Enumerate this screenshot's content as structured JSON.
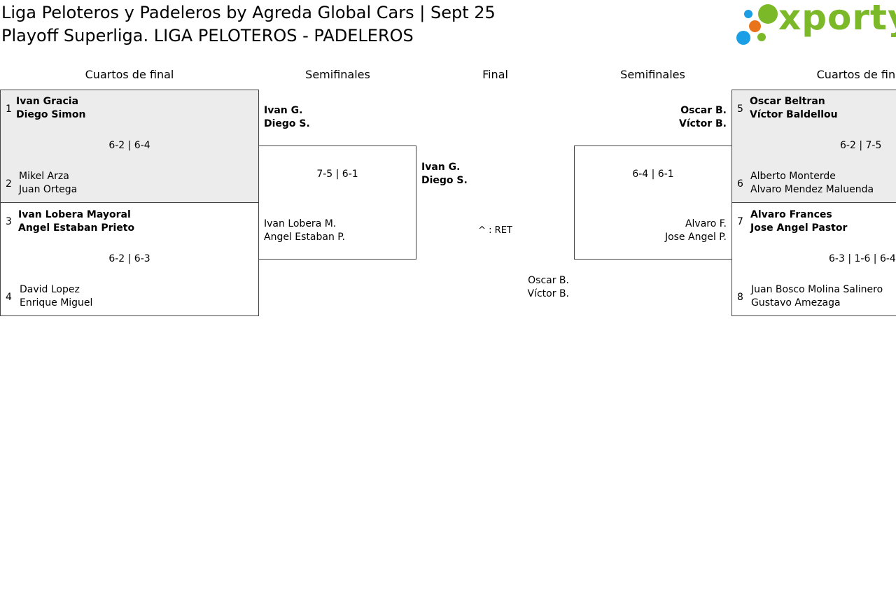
{
  "header": {
    "title_line1": "Liga Peloteros y Padeleros by Agreda Global Cars | Sept 25",
    "title_line2": "Playoff Superliga. LIGA PELOTEROS - PADELEROS",
    "logo_text": "xporty",
    "logo_colors": {
      "green": "#7cb928",
      "orange": "#e8731b",
      "blue": "#1a9ee6"
    }
  },
  "rounds": {
    "left_qf": "Cuartos de final",
    "left_sf": "Semifinales",
    "final": "Final",
    "right_sf": "Semifinales",
    "right_qf": "Cuartos de final"
  },
  "left_qf": [
    {
      "seed_a": "1",
      "a1": "Ivan Gracia",
      "a2": "Diego Simon",
      "score": "6-2 | 6-4",
      "seed_b": "2",
      "b1": "Mikel Arza",
      "b2": "Juan Ortega"
    },
    {
      "seed_a": "3",
      "a1": "Ivan Lobera Mayoral",
      "a2": "Angel Estaban Prieto",
      "score": "6-2 | 6-3",
      "seed_b": "4",
      "b1": "David Lopez",
      "b2": "Enrique Miguel"
    }
  ],
  "left_sf": {
    "a1": "Ivan G.",
    "a2": "Diego S.",
    "score": "7-5 | 6-1",
    "b1": "Ivan Lobera M.",
    "b2": "Angel Estaban P."
  },
  "final": {
    "a1": "Ivan G.",
    "a2": "Diego S.",
    "note": "^ : RET",
    "b1": "Oscar B.",
    "b2": "Víctor B."
  },
  "right_sf": {
    "a1": "Oscar B.",
    "a2": "Víctor B.",
    "score": "6-4 | 6-1",
    "b1": "Alvaro F.",
    "b2": "Jose Angel P."
  },
  "right_qf": [
    {
      "seed_a": "5",
      "a1": "Oscar Beltran",
      "a2": "Víctor Baldellou",
      "score": "6-2 | 7-5",
      "seed_b": "6",
      "b1": "Alberto Monterde",
      "b2": "Alvaro Mendez Maluenda"
    },
    {
      "seed_a": "7",
      "a1": "Alvaro Frances",
      "a2": "Jose Angel Pastor",
      "score": "6-3 | 1-6 | 6-4",
      "seed_b": "8",
      "b1": "Juan Bosco Molina Salinero",
      "b2": "Gustavo Amezaga"
    }
  ]
}
